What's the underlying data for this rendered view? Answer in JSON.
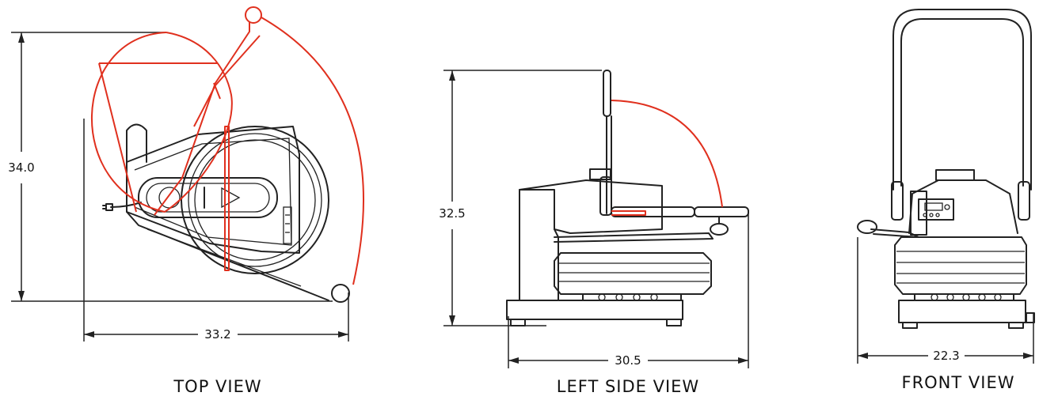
{
  "top_view": {
    "caption": "TOP VIEW",
    "height_dim": "34.0",
    "width_dim": "33.2"
  },
  "side_view": {
    "caption": "LEFT SIDE VIEW",
    "height_dim": "32.5",
    "width_dim": "30.5"
  },
  "front_view": {
    "caption": "FRONT VIEW",
    "width_dim": "22.3"
  },
  "colors": {
    "outline": "#222222",
    "swing_path": "#e0301e",
    "background": "#ffffff"
  }
}
